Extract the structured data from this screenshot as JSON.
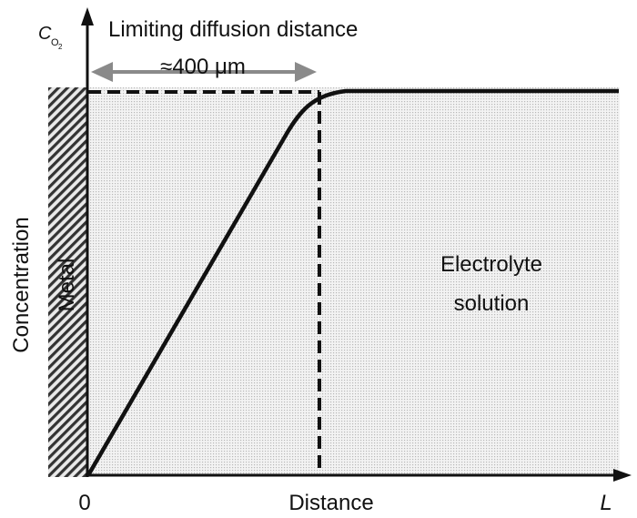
{
  "diagram": {
    "y_axis_symbol": "C",
    "y_axis_subscript": "O",
    "y_axis_subscript_index": "2",
    "y_axis_title": "Concentration",
    "x_axis_title": "Distance",
    "x_origin_label": "0",
    "x_end_label": "L",
    "header_label": "Limiting diffusion distance",
    "distance_label": "≈400 μm",
    "metal_label": "Metal",
    "region_label_line1": "Electrolyte",
    "region_label_line2": "solution",
    "colors": {
      "curve": "#111111",
      "arrow_grey": "#8a8a8a",
      "metal_hatch": "#333333",
      "electrolyte_dots": "#bcbcbc"
    }
  }
}
